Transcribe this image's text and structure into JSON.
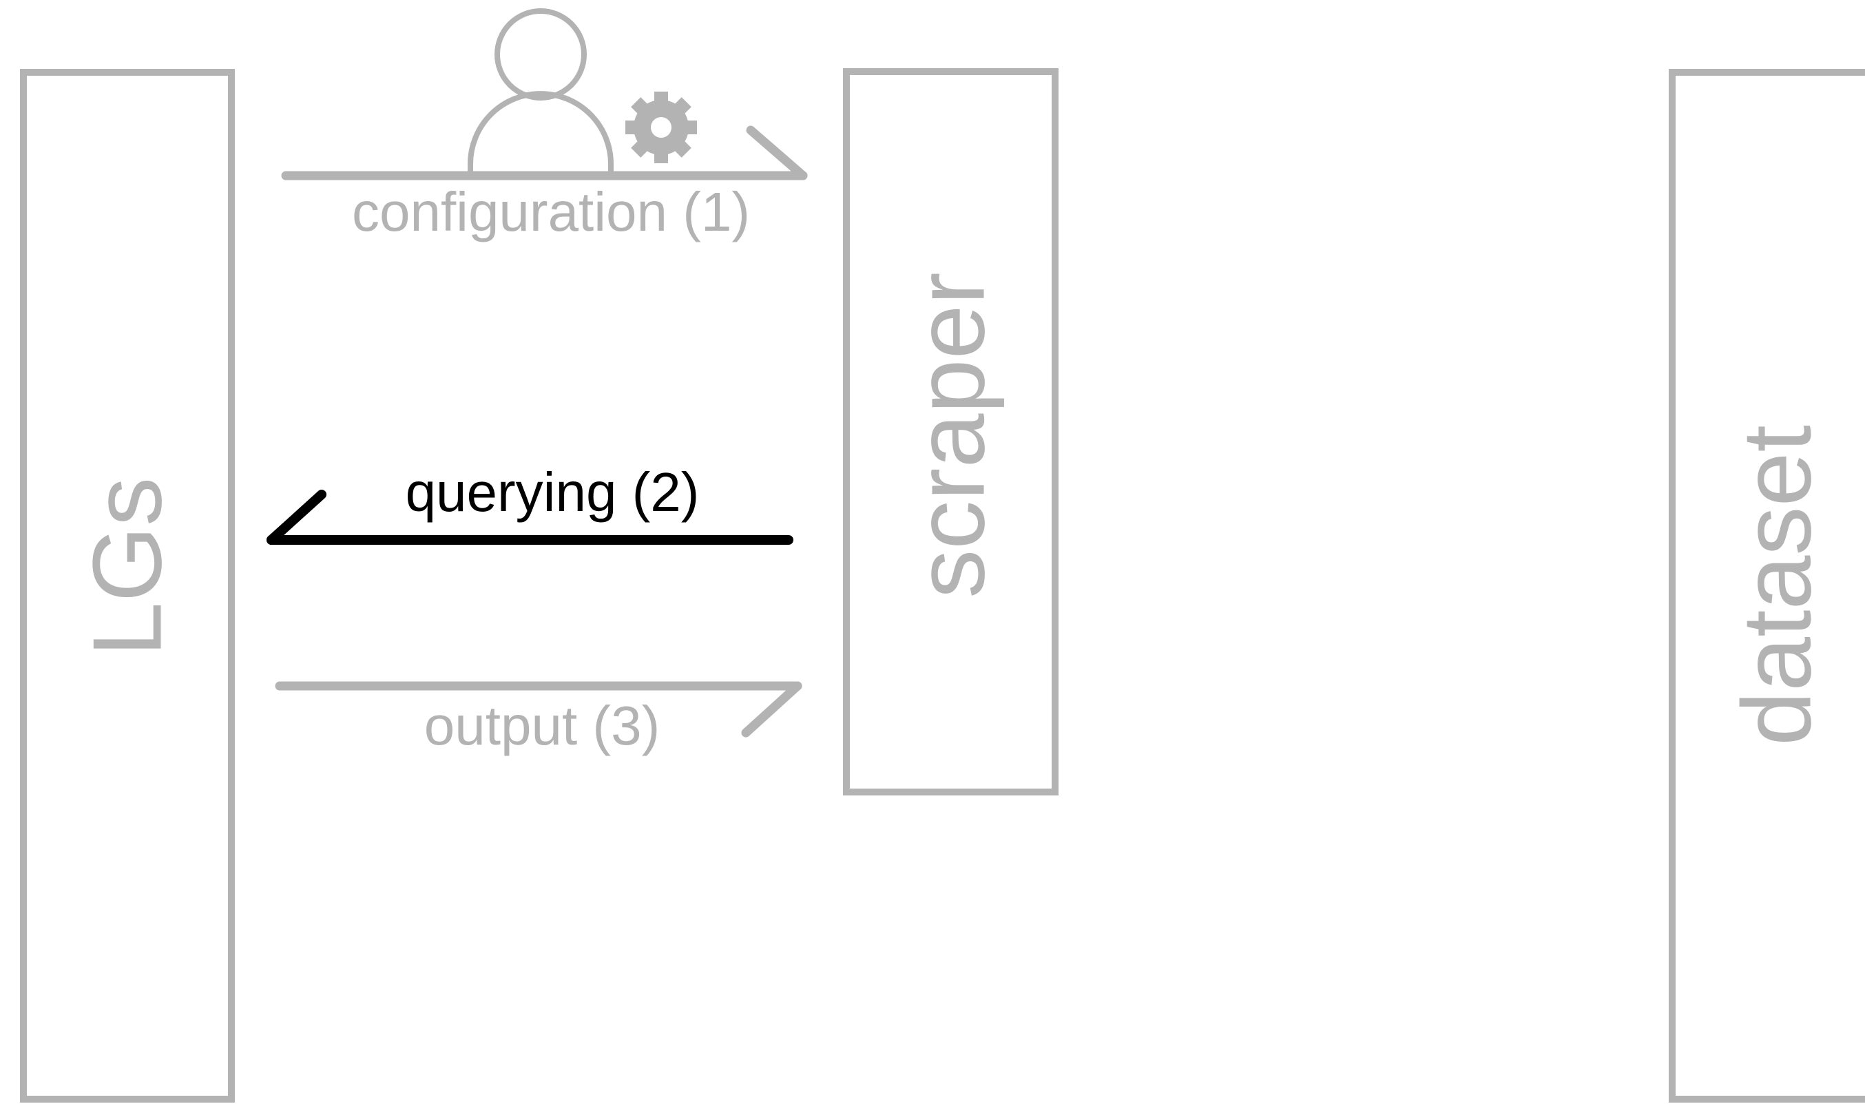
{
  "nodes": {
    "lgs": {
      "label": "LGs"
    },
    "scraper": {
      "label": "scraper"
    },
    "dataset": {
      "label": "dataset"
    }
  },
  "edges": {
    "configuration": {
      "label": "configuration (1)",
      "icon": "user-gear-icon",
      "color": "#b3b3b3"
    },
    "querying": {
      "label": "querying (2)",
      "color": "#000000"
    },
    "output": {
      "label": "output (3)",
      "color": "#b3b3b3"
    }
  },
  "colors": {
    "inactive": "#b3b3b3",
    "active": "#000000",
    "background": "#ffffff"
  }
}
